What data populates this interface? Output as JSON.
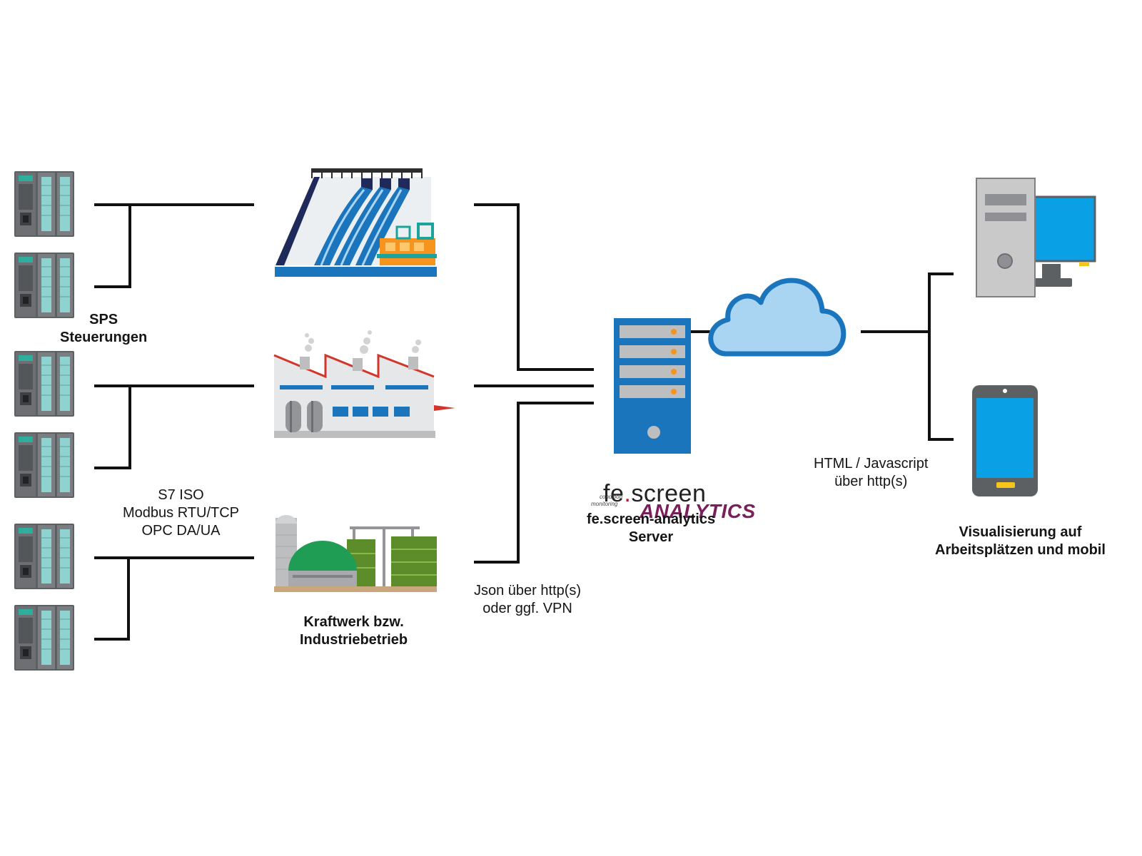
{
  "labels": {
    "sps": [
      "SPS",
      "Steuerungen"
    ],
    "protocols": [
      "S7 ISO",
      "Modbus RTU/TCP",
      "OPC DA/UA"
    ],
    "plant": [
      "Kraftwerk bzw.",
      "Industriebetrieb"
    ],
    "json": [
      "Json über http(s)",
      "oder ggf. VPN"
    ],
    "server": [
      "fe.screen-analytics",
      "Server"
    ],
    "html": [
      "HTML / Javascript",
      "über http(s)"
    ],
    "visual": [
      "Visualisierung auf",
      "Arbeitsplätzen und mobil"
    ]
  },
  "logo": {
    "fe": "fe",
    "dot": ".",
    "screen": "screen",
    "analytics": "ANALYTICS",
    "condition": "condition",
    "monitoring": "monitoring"
  },
  "icons": {
    "plc": "plc-controller-icon",
    "hydro": "hydro-dam-icon",
    "factory": "factory-icon",
    "biogas": "biogas-plant-icon",
    "server": "server-tower-icon",
    "cloud": "cloud-icon",
    "desktop": "desktop-computer-icon",
    "mobile": "smartphone-icon"
  },
  "colors": {
    "line": "#111111",
    "server_blue": "#1b75bc",
    "cloud_fill": "#a9d4f2",
    "cloud_stroke": "#1b75bc",
    "screen_blue": "#0aa0e6",
    "case_gray": "#c9c9c9",
    "plc_gray": "#6d6f72",
    "plc_module": "#8fd3d0",
    "accent_orange": "#f7941d",
    "analytics_purple": "#7a1f5c",
    "logo_red": "#c8102e"
  }
}
